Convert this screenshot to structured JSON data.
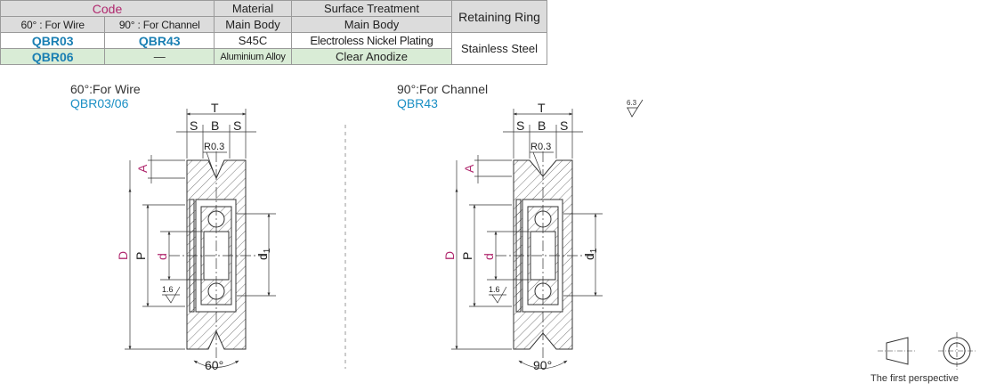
{
  "table": {
    "header_row1": {
      "code": "Code",
      "material": "Material",
      "surface": "Surface Treatment",
      "ring": "Retaining Ring"
    },
    "header_row2": {
      "wire": "60° : For Wire",
      "channel": "90° : For Channel",
      "material_sub": "Main Body",
      "surface_sub": "Main Body"
    },
    "rows": [
      {
        "wire_code": "QBR03",
        "channel_code": "QBR43",
        "material": "S45C",
        "surface": "Electroless Nickel Plating"
      },
      {
        "wire_code": "QBR06",
        "channel_code": "—",
        "material": "Aluminium Alloy",
        "surface": "Clear Anodize"
      }
    ],
    "ring_value": "Stainless Steel",
    "colors": {
      "code_header": "#b0286e",
      "code_values": "#1a7fb3",
      "header_bg": "#dcdcdc",
      "row2_bg": "#d9ecd6"
    }
  },
  "drawings": [
    {
      "caption": "60°:For Wire",
      "codes": "QBR03/06",
      "angle": "60°"
    },
    {
      "caption": "90°:For Channel",
      "codes": "QBR43",
      "angle": "90°"
    }
  ],
  "dims": {
    "T": "T",
    "S": "S",
    "B": "B",
    "R": "R0.3",
    "A": "A",
    "D": "D",
    "P": "P",
    "d": "d",
    "d1": "d",
    "d1_sub": "1",
    "rough_small": "1.6"
  },
  "roughness_top": "6.3",
  "perspective_label": "The first perspective"
}
